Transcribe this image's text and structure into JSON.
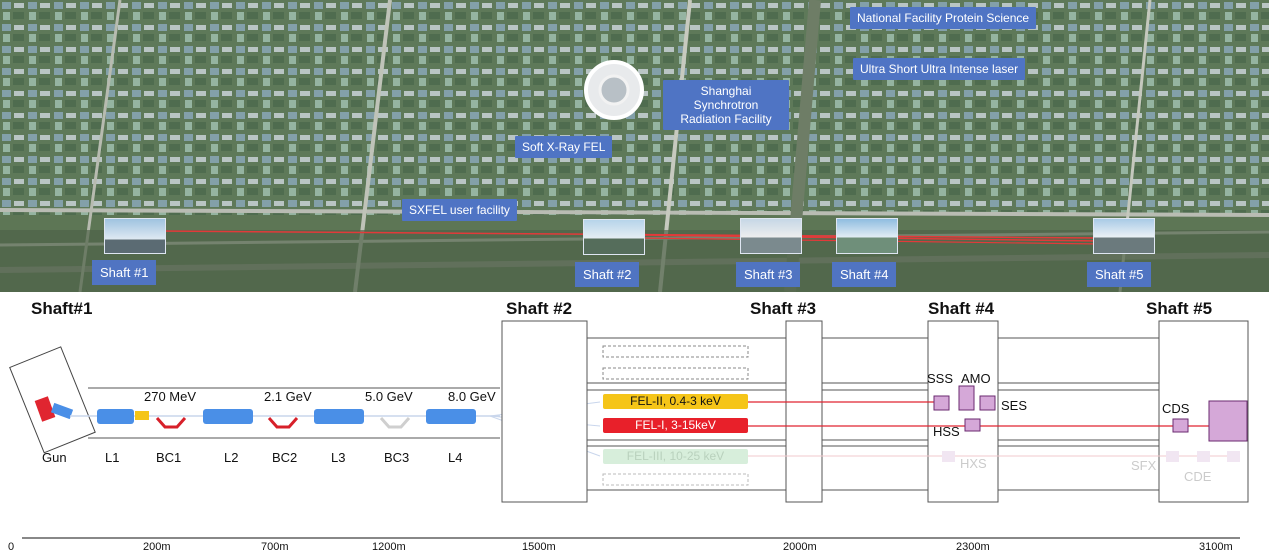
{
  "aerial": {
    "callouts": {
      "npsf": "National Facility Protein Science",
      "sus": "Ultra Short Ultra Intense laser",
      "ssrf": "Shanghai Synchrotron Radiation Facility",
      "soft": "Soft X-Ray FEL",
      "sxfel": "SXFEL user facility"
    },
    "shafts": [
      "Shaft #1",
      "Shaft #2",
      "Shaft #3",
      "Shaft #4",
      "Shaft #5"
    ]
  },
  "schematic": {
    "shaft_titles": [
      "Shaft#1",
      "Shaft #2",
      "Shaft #3",
      "Shaft #4",
      "Shaft #5"
    ],
    "energies": [
      "270 MeV",
      "2.1 GeV",
      "5.0 GeV",
      "8.0 GeV"
    ],
    "components": [
      "Gun",
      "L1",
      "BC1",
      "L2",
      "BC2",
      "L3",
      "BC3",
      "L4"
    ],
    "beamlines": {
      "fel2": "FEL-II, 0.4-3 keV",
      "fel1": "FEL-I, 3-15keV",
      "fel3": "FEL-III, 10-25 keV"
    },
    "stations": {
      "sss": "SSS",
      "amo": "AMO",
      "ses": "SES",
      "hss": "HSS",
      "hxs": "HXS",
      "cds": "CDS",
      "sfx": "SFX",
      "cde": "CDE"
    },
    "colors": {
      "fel2": "#f5c518",
      "fel1": "#e8202a",
      "fel3": "#d7eedb",
      "linac": "#4a8fe7",
      "station": "#d5a8d8"
    }
  },
  "scale": {
    "ticks": [
      "0",
      "200m",
      "700m",
      "1200m",
      "1500m",
      "2000m",
      "2300m",
      "3100m"
    ]
  }
}
